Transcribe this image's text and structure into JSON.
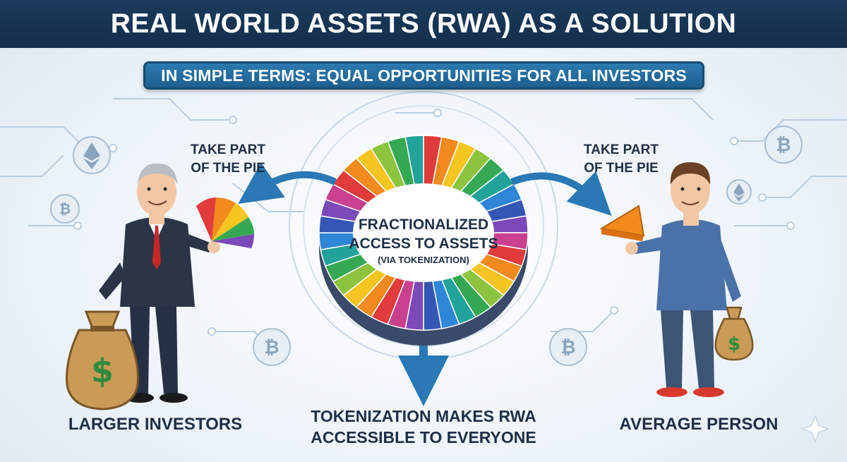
{
  "header": {
    "title": "REAL WORLD ASSETS (RWA) AS A SOLUTION"
  },
  "banner": {
    "text": "IN SIMPLE TERMS: EQUAL OPPORTUNITIES FOR ALL INVESTORS"
  },
  "left_callout": {
    "line1": "TAKE PART",
    "line2": "OF THE PIE"
  },
  "right_callout": {
    "line1": "TAKE PART",
    "line2": "OF THE PIE"
  },
  "pie": {
    "line1": "FRACTIONALIZED",
    "line2": "ACCESS TO ASSETS",
    "line3": "(VIA TOKENIZATION)",
    "colors": [
      "#e23b3b",
      "#f28a1e",
      "#f7c520",
      "#8cc43f",
      "#35a853",
      "#21a39b",
      "#2f86d6",
      "#3556b5",
      "#7b49b8",
      "#c9408e"
    ]
  },
  "coin_symbols": {
    "bitcoin": "₿",
    "dollar": "$"
  },
  "labels": {
    "left": "LARGER INVESTORS",
    "right": "AVERAGE PERSON",
    "bottom_line1": "TOKENIZATION MAKES RWA",
    "bottom_line2": "ACCESSIBLE TO EVERYONE"
  },
  "colors": {
    "header_bg": "#1b3a5c",
    "banner_bg": "#2c7ab0",
    "arrow": "#2a78b5",
    "text": "#1e2f45"
  }
}
